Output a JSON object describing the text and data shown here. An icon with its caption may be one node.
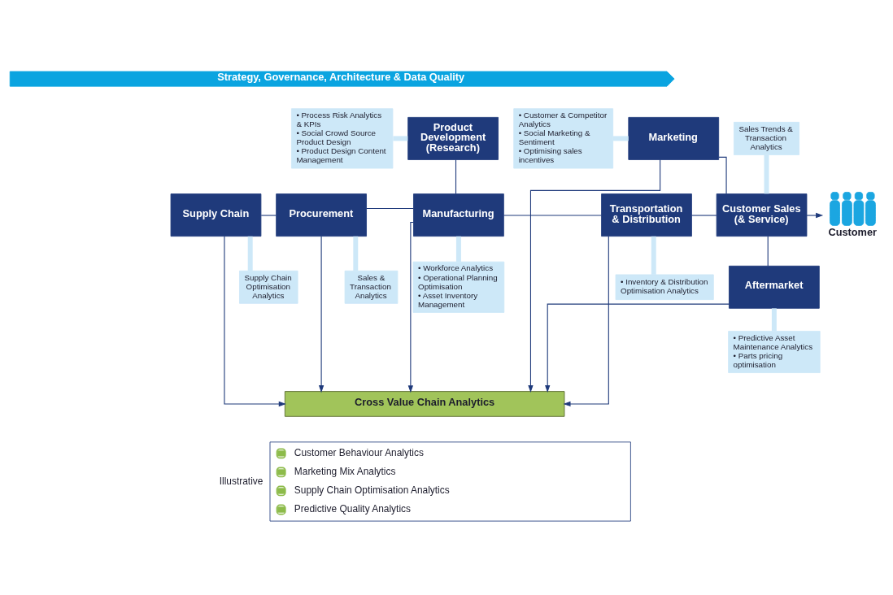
{
  "diagram": {
    "nodes": [
      {
        "text": [
          "Strategy, Governance, Architecture & Data Quality"
        ]
      },
      {
        "text": [
          "• Process Risk Analytics & KPIs",
          "• Social Crowd Source Product Design",
          "• Product Design Content Management"
        ]
      },
      {
        "text": [
          "Product Development (Research)"
        ]
      },
      {
        "text": [
          "• Customer & Competitor Analytics",
          "• Social Marketing & Sentiment",
          "• Optimising sales incentives"
        ]
      },
      {
        "text": [
          "Marketing"
        ]
      },
      {
        "text": [
          "Sales Trends & Transaction Analytics"
        ]
      },
      {
        "text": [
          "Supply Chain"
        ]
      },
      {
        "text": [
          "Procurement"
        ]
      },
      {
        "text": [
          "Manufacturing"
        ]
      },
      {
        "text": [
          "Transportation & Distribution"
        ]
      },
      {
        "text": [
          "Customer Sales (& Service)"
        ]
      },
      {
        "text": [
          "Customer"
        ]
      },
      {
        "text": [
          "Supply Chain Optimisation Analytics"
        ]
      },
      {
        "text": [
          "Sales & Transaction Analytics"
        ]
      },
      {
        "text": [
          "• Workforce Analytics",
          "• Operational Planning Optimisation",
          "• Asset Inventory Management"
        ]
      },
      {
        "text": [
          "• Inventory & Distribution Optimisation Analytics"
        ]
      },
      {
        "text": [
          "Aftermarket"
        ]
      },
      {
        "text": [
          "• Predictive Asset Maintenance Analytics",
          "• Parts pricing optimisation"
        ]
      },
      {
        "text": [
          "Cross Value Chain Analytics"
        ]
      },
      {
        "text": [
          "Illustrative",
          "Customer Behaviour Analytics",
          "Marketing Mix Analytics",
          "Supply Chain Optimisation Analytics",
          "Predictive Quality Analytics"
        ]
      }
    ],
    "edges": [
      {
        "from": 1,
        "to": 2,
        "arrow": "none",
        "style": "thick",
        "color": "#cde8f8"
      },
      {
        "from": 3,
        "to": 4,
        "arrow": "none",
        "style": "thick",
        "color": "#cde8f8"
      },
      {
        "from": 4,
        "to": 18,
        "arrow": "to"
      },
      {
        "from": 5,
        "to": 10,
        "arrow": "none",
        "style": "thick",
        "color": "#cde8f8"
      },
      {
        "from": 2,
        "to": 8,
        "arrow": "none"
      },
      {
        "from": 4,
        "to": 10,
        "arrow": "none"
      },
      {
        "from": 6,
        "to": 7,
        "arrow": "none"
      },
      {
        "from": 7,
        "to": 8,
        "arrow": "none"
      },
      {
        "from": 8,
        "to": 9,
        "arrow": "none"
      },
      {
        "from": 9,
        "to": 10,
        "arrow": "none"
      },
      {
        "from": 10,
        "to": 11,
        "arrow": "to"
      },
      {
        "from": 10,
        "to": 16,
        "arrow": "none"
      },
      {
        "from": 6,
        "to": 18,
        "arrow": "to"
      },
      {
        "from": 6,
        "to": 12,
        "arrow": "none",
        "style": "thick",
        "color": "#cde8f8"
      },
      {
        "from": 7,
        "to": 13,
        "arrow": "none",
        "style": "thick",
        "color": "#cde8f8"
      },
      {
        "from": 7,
        "to": 18,
        "arrow": "to"
      },
      {
        "from": 8,
        "to": 14,
        "arrow": "none",
        "style": "thick",
        "color": "#cde8f8"
      },
      {
        "from": 8,
        "to": 18,
        "arrow": "to"
      },
      {
        "from": 9,
        "to": 15,
        "arrow": "none",
        "style": "thick",
        "color": "#cde8f8"
      },
      {
        "from": 9,
        "to": 18,
        "arrow": "to"
      },
      {
        "from": 16,
        "to": 18,
        "arrow": "to"
      },
      {
        "from": 16,
        "to": 17,
        "arrow": "none",
        "style": "thick",
        "color": "#cde8f8"
      }
    ]
  }
}
